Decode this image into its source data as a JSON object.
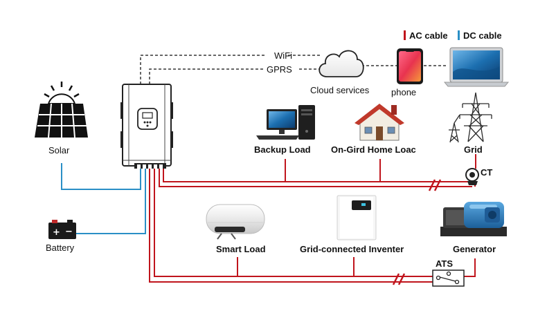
{
  "legend": {
    "ac": "AC cable",
    "dc": "DC cable"
  },
  "links": {
    "wifi": "WiFi",
    "gprs": "GPRS"
  },
  "labels": {
    "cloud": "Cloud services",
    "phone": "phone",
    "solar": "Solar",
    "battery": "Battery",
    "backup_load": "Backup Load",
    "home_load": "On-Gird Home Loac",
    "grid": "Grid",
    "ct": "CT",
    "smart_load": "Smart Load",
    "grid_inverter": "Grid-connected Inventer",
    "generator": "Generator",
    "ats": "ATS"
  },
  "colors": {
    "ac": "#c0141c",
    "dc": "#2a8fc6",
    "comm": "#333333"
  },
  "icons": {
    "inverter": "hybrid-inverter-icon",
    "cloud": "cloud-icon",
    "phone": "smartphone-icon",
    "laptop": "laptop-icon",
    "solar": "solar-panel-icon",
    "battery": "battery-icon",
    "computer": "desktop-computer-icon",
    "house": "house-icon",
    "tower": "power-tower-icon",
    "heater": "water-heater-icon",
    "grid_inverter": "grid-inverter-icon",
    "generator": "generator-icon"
  }
}
